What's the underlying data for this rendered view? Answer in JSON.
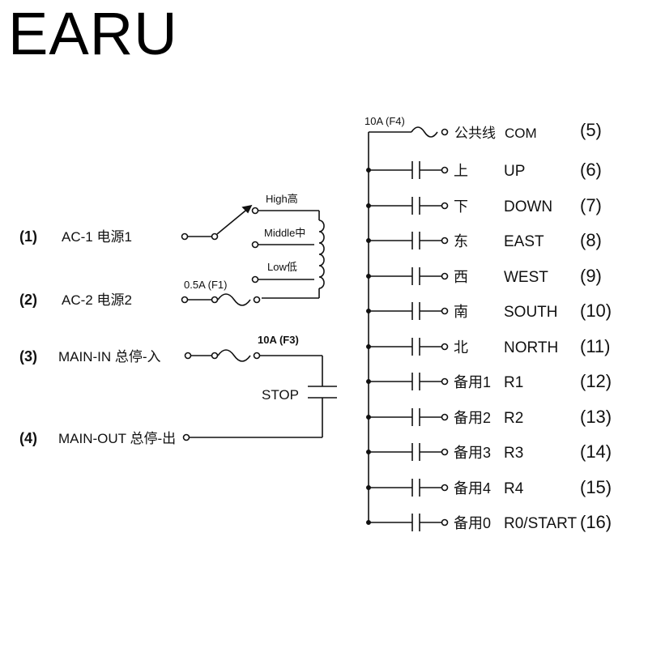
{
  "brand": {
    "name": "EARU"
  },
  "left_terminals": [
    {
      "num": "(1)",
      "label": "AC-1 电源1"
    },
    {
      "num": "(2)",
      "label": "AC-2 电源2"
    },
    {
      "num": "(3)",
      "label": "MAIN-IN 总停-入"
    },
    {
      "num": "(4)",
      "label": "MAIN-OUT 总停-出"
    }
  ],
  "speed_selector": {
    "high": "High高",
    "middle": "Middle中",
    "low": "Low低"
  },
  "fuses": {
    "f1": "0.5A (F1)",
    "f3": "10A (F3)",
    "f4": "10A (F4)"
  },
  "stop_label": "STOP",
  "common": {
    "cn": "公共线",
    "en": "COM",
    "num": "(5)"
  },
  "outputs": [
    {
      "cn": "上",
      "en": "UP",
      "num": "(6)"
    },
    {
      "cn": "下",
      "en": "DOWN",
      "num": "(7)"
    },
    {
      "cn": "东",
      "en": "EAST",
      "num": "(8)"
    },
    {
      "cn": "西",
      "en": "WEST",
      "num": "(9)"
    },
    {
      "cn": "南",
      "en": "SOUTH",
      "num": "(10)"
    },
    {
      "cn": "北",
      "en": "NORTH",
      "num": "(11)"
    },
    {
      "cn": "备用1",
      "en": "R1",
      "num": "(12)"
    },
    {
      "cn": "备用2",
      "en": "R2",
      "num": "(13)"
    },
    {
      "cn": "备用3",
      "en": "R3",
      "num": "(14)"
    },
    {
      "cn": "备用4",
      "en": "R4",
      "num": "(15)"
    },
    {
      "cn": "备用0",
      "en": "R0/START",
      "num": "(16)"
    }
  ]
}
